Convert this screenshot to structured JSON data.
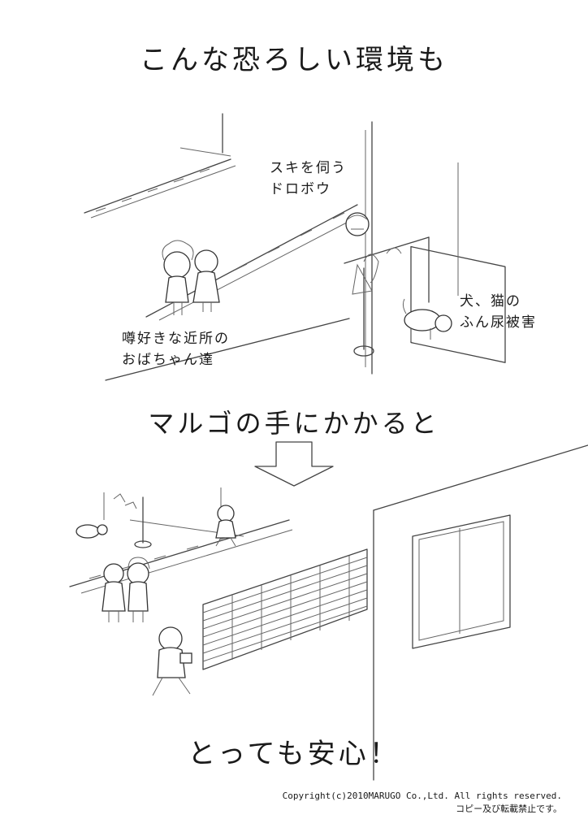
{
  "title": "こんな恐ろしい環境も",
  "middle_text": "マルゴの手にかかると",
  "ending_text": "とっても安心！",
  "labels": {
    "thief_line1": "スキを伺う",
    "thief_line2": "ドロボウ",
    "gossip_line1": "噂好きな近所の",
    "gossip_line2": "おばちゃん達",
    "pets_line1": "犬、猫の",
    "pets_line2": "ふん尿被害"
  },
  "footer": {
    "copyright": "Copyright(c)2010MARUGO Co.,Ltd. All rights reserved.",
    "notice": "コピー及び転載禁止です。"
  }
}
